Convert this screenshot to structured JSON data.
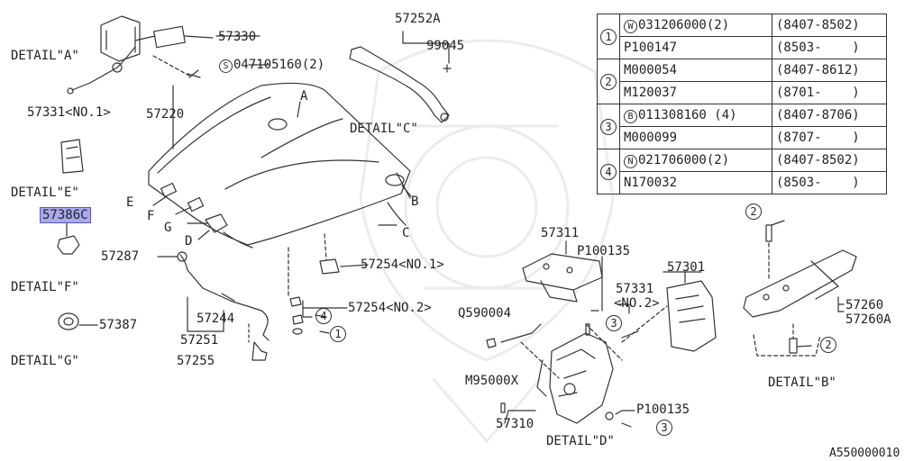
{
  "diagram_id": "A550000010",
  "detail_labels": {
    "a": "DETAIL\"A\"",
    "b": "DETAIL\"B\"",
    "c": "DETAIL\"C\"",
    "d": "DETAIL\"D\"",
    "e": "DETAIL\"E\"",
    "f": "DETAIL\"F\"",
    "g": "DETAIL\"G\""
  },
  "parts": {
    "p57330": "57330",
    "p047105160": "047105160(2)",
    "p047105160_prefix": "S",
    "p57252A": "57252A",
    "p99045": "99045",
    "p57331_no1": "57331<NO.1>",
    "p57220": "57220",
    "p57386C": "57386C",
    "p57287": "57287",
    "p57254_no1": "57254<NO.1>",
    "p57254_no2": "57254<NO.2>",
    "p57244": "57244",
    "p57251": "57251",
    "p57255": "57255",
    "p57387": "57387",
    "p57311": "57311",
    "p100135_top": "P100135",
    "p57301": "57301",
    "p57331_no2_a": "57331",
    "p57331_no2_b": "<NO.2>",
    "pQ590004": "Q590004",
    "pM95000X": "M95000X",
    "p57310": "57310",
    "p100135_bot": "P100135",
    "p57260": "57260",
    "p57260A": "57260A"
  },
  "letters": {
    "A": "A",
    "B": "B",
    "C": "C",
    "D": "D",
    "E": "E",
    "F": "F",
    "G": "G"
  },
  "callouts": {
    "c1": "1",
    "c2": "2",
    "c3": "3",
    "c4": "4"
  },
  "table": {
    "groups": [
      {
        "num": "1",
        "rows": [
          {
            "prefix": "W",
            "part": "031206000(2)",
            "range": "(8407-8502)"
          },
          {
            "prefix": "",
            "part": "P100147",
            "range": "(8503-    )"
          }
        ]
      },
      {
        "num": "2",
        "rows": [
          {
            "prefix": "",
            "part": "M000054",
            "range": "(8407-8612)"
          },
          {
            "prefix": "",
            "part": "M120037",
            "range": "(8701-    )"
          }
        ]
      },
      {
        "num": "3",
        "rows": [
          {
            "prefix": "B",
            "part": "011308160 (4)",
            "range": "(8407-8706)"
          },
          {
            "prefix": "",
            "part": "M000099",
            "range": "(8707-    )"
          }
        ]
      },
      {
        "num": "4",
        "rows": [
          {
            "prefix": "N",
            "part": "021706000(2)",
            "range": "(8407-8502)"
          },
          {
            "prefix": "",
            "part": "N170032",
            "range": "(8503-    )"
          }
        ]
      }
    ]
  }
}
